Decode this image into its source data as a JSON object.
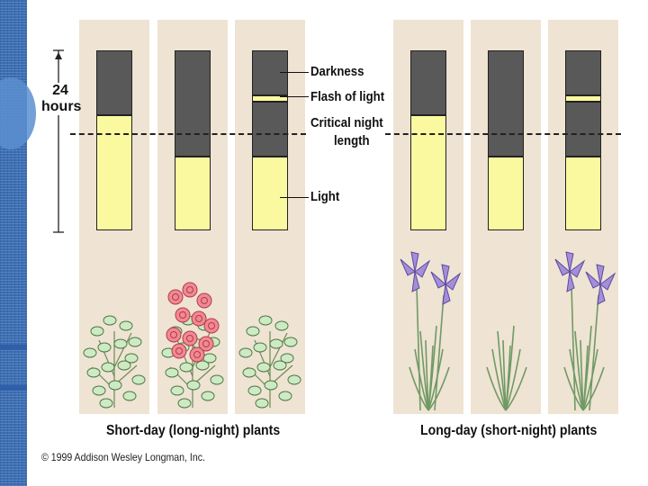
{
  "scale": {
    "top": "24",
    "bottom": "hours"
  },
  "legend": {
    "darkness": "Darkness",
    "flash": "Flash of light",
    "critical_1": "Critical night",
    "critical_2": "length",
    "light": "Light"
  },
  "captions": {
    "short_day": "Short-day (long-night) plants",
    "long_day": "Long-day (short-night) plants"
  },
  "copyright": "© 1999 Addison Wesley Longman, Inc.",
  "columns": [
    {
      "group": "short-day",
      "darkness_hours": 8.6,
      "flash": false,
      "flowering": false
    },
    {
      "group": "short-day",
      "darkness_hours": 14.2,
      "flash": false,
      "flowering": true
    },
    {
      "group": "short-day",
      "darkness_hours": 14.2,
      "flash": true,
      "flowering": false
    },
    {
      "group": "long-day",
      "darkness_hours": 8.6,
      "flash": false,
      "flowering": true
    },
    {
      "group": "long-day",
      "darkness_hours": 14.2,
      "flash": false,
      "flowering": false
    },
    {
      "group": "long-day",
      "darkness_hours": 14.2,
      "flash": true,
      "flowering": true
    }
  ],
  "colors": {
    "darkness": "#595959",
    "light": "#fbf9a0",
    "panel": "#efe3d3",
    "rose": "#ef8a94",
    "iris": "#a48ed8",
    "foliage": "#cdeac5"
  }
}
